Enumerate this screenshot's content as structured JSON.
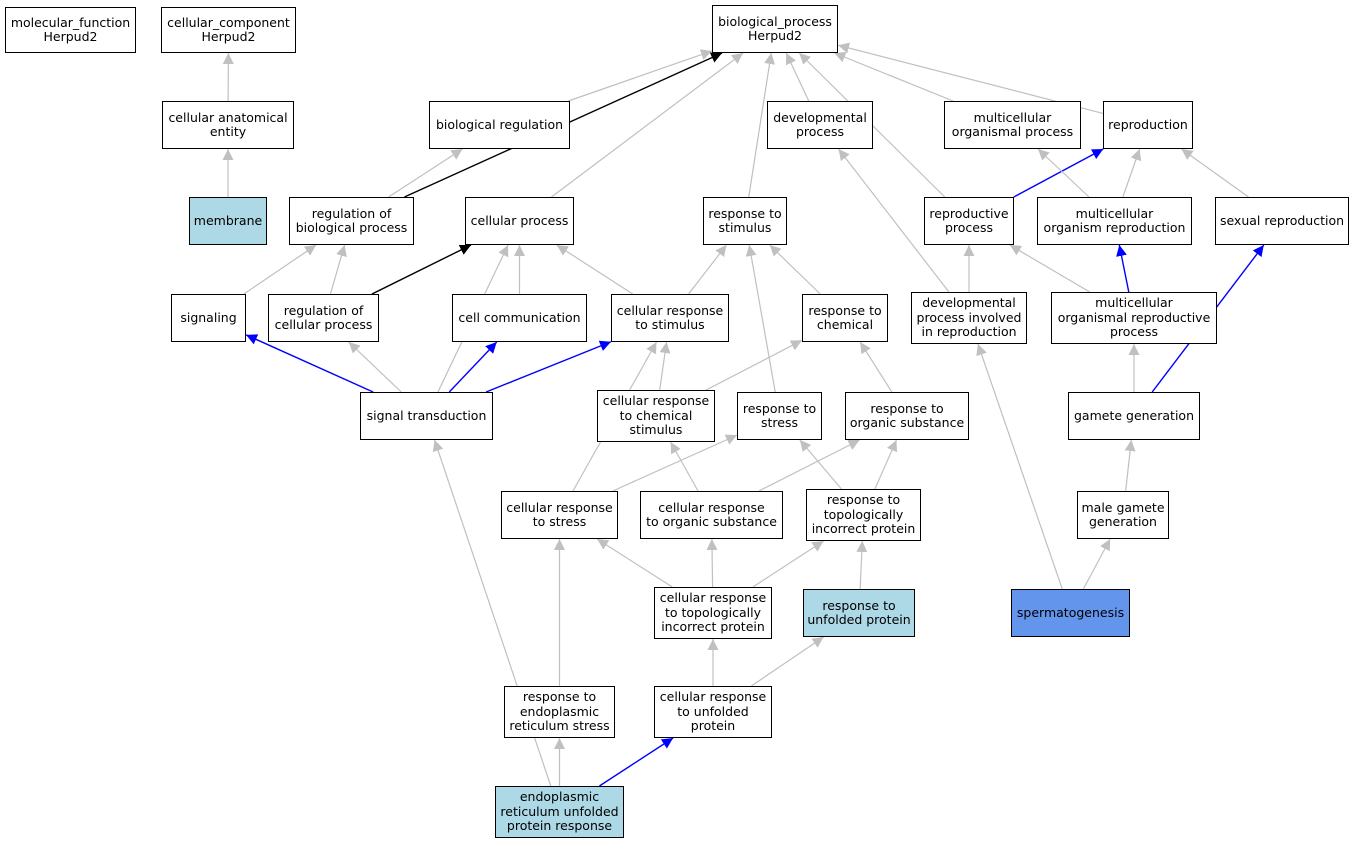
{
  "colors": {
    "node_border": "#000000",
    "node_fill": "#ffffff",
    "edge_grey": "#c0c0c0",
    "edge_black": "#000000",
    "edge_blue": "#0000ff",
    "fill_light": "#add8e6",
    "fill_highlight": "#6495ed"
  },
  "nodes": {
    "molecular_function": {
      "label": "molecular_function\nHerpud2"
    },
    "cellular_component": {
      "label": "cellular_component\nHerpud2"
    },
    "biological_process": {
      "label": "biological_process\nHerpud2"
    },
    "cellular_anatomical_entity": {
      "label": "cellular anatomical\nentity"
    },
    "biological_regulation": {
      "label": "biological regulation"
    },
    "developmental_process": {
      "label": "developmental\nprocess"
    },
    "multicellular_organismal_process": {
      "label": "multicellular\norganismal process"
    },
    "reproduction": {
      "label": "reproduction"
    },
    "membrane": {
      "label": "membrane",
      "fill": "light"
    },
    "regulation_of_biological_process": {
      "label": "regulation of\nbiological process"
    },
    "cellular_process": {
      "label": "cellular process"
    },
    "response_to_stimulus": {
      "label": "response to\nstimulus"
    },
    "reproductive_process": {
      "label": "reproductive\nprocess"
    },
    "multicellular_organism_reproduction": {
      "label": "multicellular\norganism reproduction"
    },
    "sexual_reproduction": {
      "label": "sexual reproduction"
    },
    "signaling": {
      "label": "signaling"
    },
    "regulation_of_cellular_process": {
      "label": "regulation of\ncellular process"
    },
    "cell_communication": {
      "label": "cell communication"
    },
    "cellular_response_to_stimulus": {
      "label": "cellular response\nto stimulus"
    },
    "response_to_chemical": {
      "label": "response to\nchemical"
    },
    "developmental_process_involved_in_reproduction": {
      "label": "developmental\nprocess involved\nin reproduction"
    },
    "multicellular_organismal_reproductive_process": {
      "label": "multicellular\norganismal reproductive\nprocess"
    },
    "signal_transduction": {
      "label": "signal transduction"
    },
    "cellular_response_to_chemical_stimulus": {
      "label": "cellular response\nto chemical\nstimulus"
    },
    "response_to_stress": {
      "label": "response to\nstress"
    },
    "response_to_organic_substance": {
      "label": "response to\norganic substance"
    },
    "gamete_generation": {
      "label": "gamete generation"
    },
    "cellular_response_to_stress": {
      "label": "cellular response\nto stress"
    },
    "cellular_response_to_organic_substance": {
      "label": "cellular response\nto organic substance"
    },
    "response_to_topologically_incorrect_protein": {
      "label": "response to\ntopologically\nincorrect protein"
    },
    "male_gamete_generation": {
      "label": "male gamete\ngeneration"
    },
    "cellular_response_to_topologically_incorrect_protein": {
      "label": "cellular response\nto topologically\nincorrect protein"
    },
    "response_to_unfolded_protein": {
      "label": "response to\nunfolded protein",
      "fill": "light"
    },
    "spermatogenesis": {
      "label": "spermatogenesis",
      "fill": "highlight"
    },
    "response_to_er_stress": {
      "label": "response to\nendoplasmic\nreticulum stress"
    },
    "cellular_response_to_unfolded_protein": {
      "label": "cellular response\nto unfolded\nprotein"
    },
    "er_unfolded_protein_response": {
      "label": "endoplasmic\nreticulum unfolded\nprotein response",
      "fill": "light"
    }
  },
  "edges": [
    {
      "from": "cellular_anatomical_entity",
      "to": "cellular_component",
      "color": "grey"
    },
    {
      "from": "membrane",
      "to": "cellular_anatomical_entity",
      "color": "grey"
    },
    {
      "from": "biological_regulation",
      "to": "biological_process",
      "color": "grey"
    },
    {
      "from": "developmental_process",
      "to": "biological_process",
      "color": "grey"
    },
    {
      "from": "multicellular_organismal_process",
      "to": "biological_process",
      "color": "grey"
    },
    {
      "from": "reproduction",
      "to": "biological_process",
      "color": "grey"
    },
    {
      "from": "regulation_of_biological_process",
      "to": "biological_process",
      "color": "black"
    },
    {
      "from": "regulation_of_biological_process",
      "to": "biological_regulation",
      "color": "grey"
    },
    {
      "from": "cellular_process",
      "to": "biological_process",
      "color": "grey"
    },
    {
      "from": "response_to_stimulus",
      "to": "biological_process",
      "color": "grey"
    },
    {
      "from": "reproductive_process",
      "to": "biological_process",
      "color": "grey"
    },
    {
      "from": "reproductive_process",
      "to": "reproduction",
      "color": "blue"
    },
    {
      "from": "multicellular_organism_reproduction",
      "to": "multicellular_organismal_process",
      "color": "grey"
    },
    {
      "from": "multicellular_organism_reproduction",
      "to": "reproduction",
      "color": "grey"
    },
    {
      "from": "sexual_reproduction",
      "to": "reproduction",
      "color": "grey"
    },
    {
      "from": "signaling",
      "to": "regulation_of_biological_process",
      "color": "grey"
    },
    {
      "from": "regulation_of_cellular_process",
      "to": "regulation_of_biological_process",
      "color": "grey"
    },
    {
      "from": "regulation_of_cellular_process",
      "to": "cellular_process",
      "color": "black"
    },
    {
      "from": "cell_communication",
      "to": "cellular_process",
      "color": "grey"
    },
    {
      "from": "cellular_response_to_stimulus",
      "to": "cellular_process",
      "color": "grey"
    },
    {
      "from": "cellular_response_to_stimulus",
      "to": "response_to_stimulus",
      "color": "grey"
    },
    {
      "from": "response_to_chemical",
      "to": "response_to_stimulus",
      "color": "grey"
    },
    {
      "from": "developmental_process_involved_in_reproduction",
      "to": "developmental_process",
      "color": "grey"
    },
    {
      "from": "developmental_process_involved_in_reproduction",
      "to": "reproductive_process",
      "color": "grey"
    },
    {
      "from": "multicellular_organismal_reproductive_process",
      "to": "reproductive_process",
      "color": "grey"
    },
    {
      "from": "multicellular_organismal_reproductive_process",
      "to": "multicellular_organism_reproduction",
      "color": "blue"
    },
    {
      "from": "signal_transduction",
      "to": "signaling",
      "color": "blue"
    },
    {
      "from": "signal_transduction",
      "to": "regulation_of_cellular_process",
      "color": "grey"
    },
    {
      "from": "signal_transduction",
      "to": "cell_communication",
      "color": "blue"
    },
    {
      "from": "signal_transduction",
      "to": "cellular_response_to_stimulus",
      "color": "blue"
    },
    {
      "from": "signal_transduction",
      "to": "cellular_process",
      "color": "grey"
    },
    {
      "from": "cellular_response_to_chemical_stimulus",
      "to": "cellular_response_to_stimulus",
      "color": "grey"
    },
    {
      "from": "cellular_response_to_chemical_stimulus",
      "to": "response_to_chemical",
      "color": "grey"
    },
    {
      "from": "response_to_stress",
      "to": "response_to_stimulus",
      "color": "grey"
    },
    {
      "from": "response_to_organic_substance",
      "to": "response_to_chemical",
      "color": "grey"
    },
    {
      "from": "gamete_generation",
      "to": "multicellular_organismal_reproductive_process",
      "color": "grey"
    },
    {
      "from": "gamete_generation",
      "to": "sexual_reproduction",
      "color": "blue"
    },
    {
      "from": "cellular_response_to_stress",
      "to": "cellular_response_to_stimulus",
      "color": "grey"
    },
    {
      "from": "cellular_response_to_stress",
      "to": "response_to_stress",
      "color": "grey"
    },
    {
      "from": "cellular_response_to_organic_substance",
      "to": "cellular_response_to_chemical_stimulus",
      "color": "grey"
    },
    {
      "from": "cellular_response_to_organic_substance",
      "to": "response_to_organic_substance",
      "color": "grey"
    },
    {
      "from": "response_to_topologically_incorrect_protein",
      "to": "response_to_stress",
      "color": "grey"
    },
    {
      "from": "response_to_topologically_incorrect_protein",
      "to": "response_to_organic_substance",
      "color": "grey"
    },
    {
      "from": "male_gamete_generation",
      "to": "gamete_generation",
      "color": "grey"
    },
    {
      "from": "cellular_response_to_topologically_incorrect_protein",
      "to": "cellular_response_to_stress",
      "color": "grey"
    },
    {
      "from": "cellular_response_to_topologically_incorrect_protein",
      "to": "cellular_response_to_organic_substance",
      "color": "grey"
    },
    {
      "from": "cellular_response_to_topologically_incorrect_protein",
      "to": "response_to_topologically_incorrect_protein",
      "color": "grey"
    },
    {
      "from": "response_to_unfolded_protein",
      "to": "response_to_topologically_incorrect_protein",
      "color": "grey"
    },
    {
      "from": "spermatogenesis",
      "to": "developmental_process_involved_in_reproduction",
      "color": "grey"
    },
    {
      "from": "spermatogenesis",
      "to": "male_gamete_generation",
      "color": "grey"
    },
    {
      "from": "response_to_er_stress",
      "to": "cellular_response_to_stress",
      "color": "grey"
    },
    {
      "from": "cellular_response_to_unfolded_protein",
      "to": "cellular_response_to_topologically_incorrect_protein",
      "color": "grey"
    },
    {
      "from": "cellular_response_to_unfolded_protein",
      "to": "response_to_unfolded_protein",
      "color": "grey"
    },
    {
      "from": "er_unfolded_protein_response",
      "to": "response_to_er_stress",
      "color": "grey"
    },
    {
      "from": "er_unfolded_protein_response",
      "to": "cellular_response_to_unfolded_protein",
      "color": "blue"
    },
    {
      "from": "er_unfolded_protein_response",
      "to": "signal_transduction",
      "color": "grey"
    }
  ]
}
